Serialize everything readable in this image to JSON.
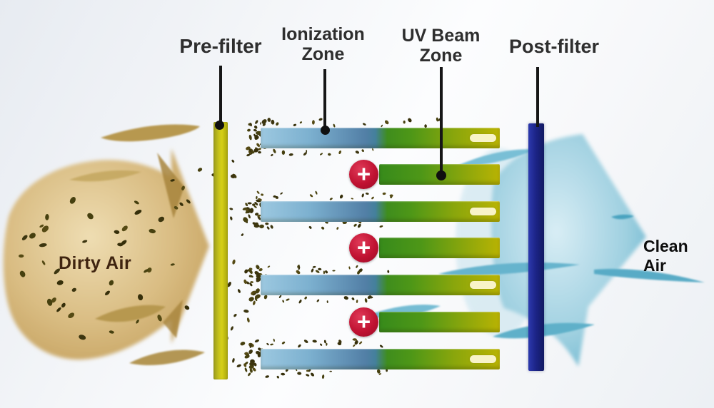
{
  "labels": {
    "pre_filter": "Pre-filter",
    "ionization_line1": "Ionization",
    "ionization_line2": "Zone",
    "uv_line1": "UV Beam",
    "uv_line2": "Zone",
    "post_filter": "Post-filter",
    "dirty_air": "Dirty Air",
    "clean_air": "Clean Air"
  },
  "icons": {
    "plus": "+"
  },
  "colors": {
    "pre_filter_bar": "#c9c51b",
    "post_filter_bar": "#1c2488",
    "collector_plate_blue": "#7db1d0",
    "collector_plate_olive": "#b9b303",
    "uv_bar_green": "#3f8d1d",
    "uv_bar_olive": "#b9b303",
    "ionizer_badge_red": "#c01232",
    "indicator_dash": "#f8f3c8",
    "dirty_air_arrow_tan": "#d9bc82",
    "clean_air_arrow_blue": "#9fd0e0",
    "particle_brown": "#46400f",
    "label_text": "#2e2e2e"
  },
  "structure": {
    "collector_plate_count": 4,
    "ionizer_row_count": 3
  }
}
